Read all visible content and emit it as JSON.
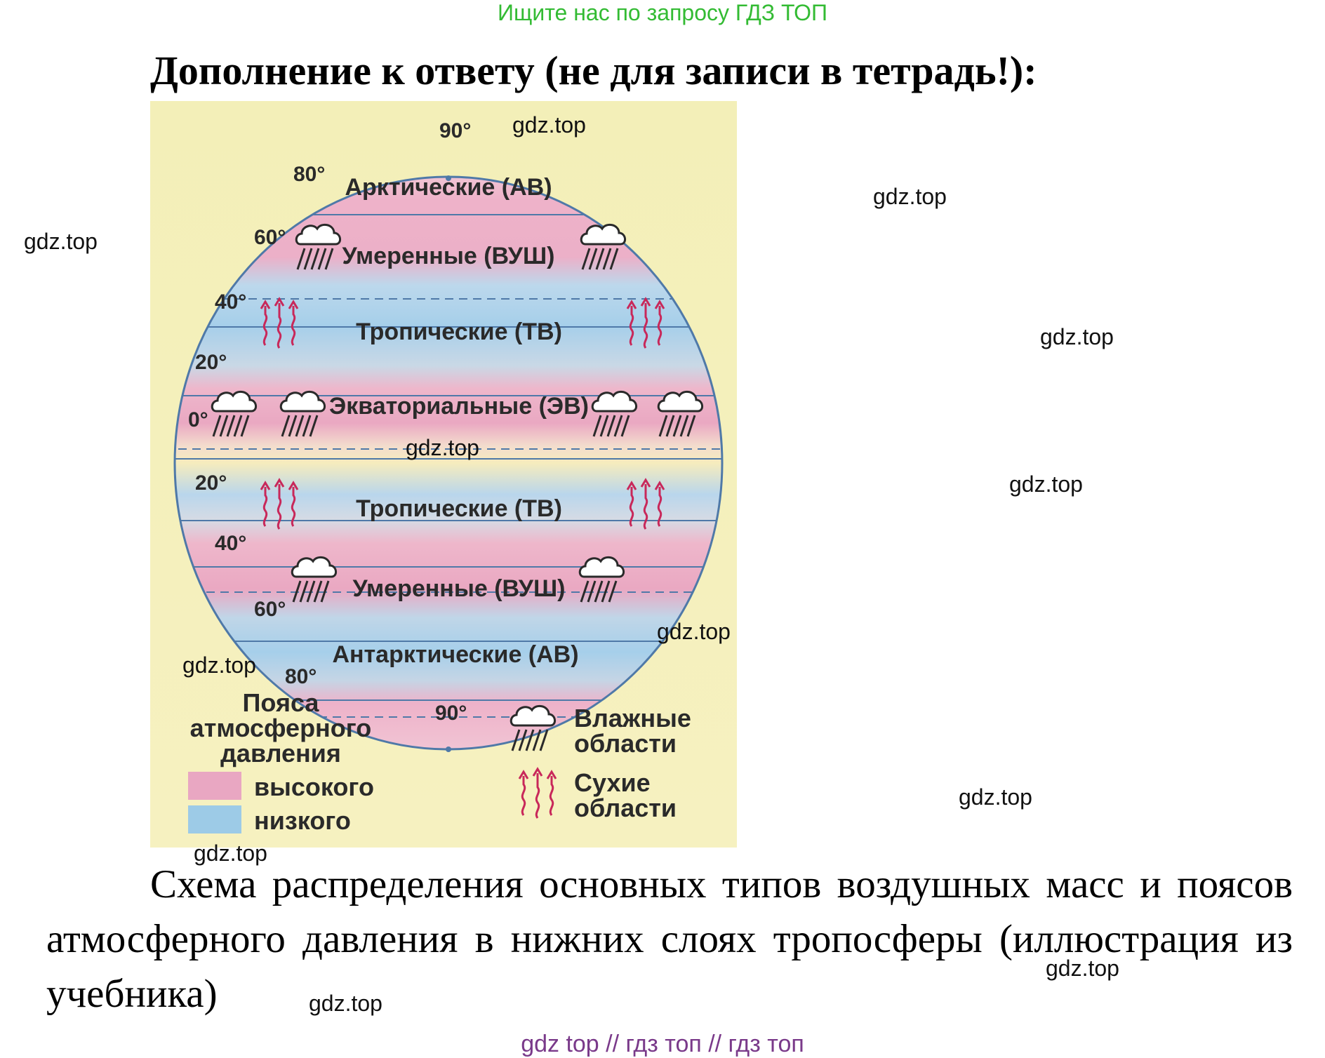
{
  "top_banner": "Ищите нас по запросу ГДЗ ТОП",
  "heading": "Дополнение к ответу (не для записи в тетрадь!):",
  "figure": {
    "degrees": {
      "north_pole": "90°",
      "n80": "80°",
      "n60": "60°",
      "n40": "40°",
      "n20": "20°",
      "equator": "0°",
      "s20": "20°",
      "s40": "40°",
      "s60": "60°",
      "s80": "80°",
      "south_pole": "90°"
    },
    "zones": {
      "arctic": "Арктические (АВ)",
      "temperate_north": "Умеренные (ВУШ)",
      "tropical_north": "Тропические (ТВ)",
      "equatorial": "Экваториальные (ЭВ)",
      "tropical_south": "Тропические (ТВ)",
      "temperate_south": "Умеренные (ВУШ)",
      "antarctic": "Антарктические (АВ)"
    },
    "legend": {
      "title_line1": "Пояса",
      "title_line2": "атмосферного",
      "title_line3": "давления",
      "high": "высокого",
      "low": "низкого",
      "wet_line1": "Влажные",
      "wet_line2": "области",
      "dry_line1": "Сухие",
      "dry_line2": "области",
      "high_color": "#e9a7c2",
      "low_color": "#9dcbe7"
    },
    "icons": [
      "rain-cloud-icon",
      "dry-heat-arrows-icon"
    ]
  },
  "watermarks": {
    "w1": "gdz.top",
    "w2": "gdz.top",
    "w3": "gdz.top",
    "w4": "gdz.top",
    "w5": "gdz.top",
    "w6": "gdz.top",
    "w7": "gdz.top",
    "w8": "gdz.top",
    "w9": "gdz.top",
    "w10": "gdz.top",
    "w11": "gdz.top",
    "w12": "gdz.top"
  },
  "caption": "Схема распределения основных типов воздушных масс и поясов атмосферного давления в нижних слоях тропосферы (иллюстрация из учебника)",
  "bottom_line": "gdz top  //  гдз топ  //  гдз топ"
}
